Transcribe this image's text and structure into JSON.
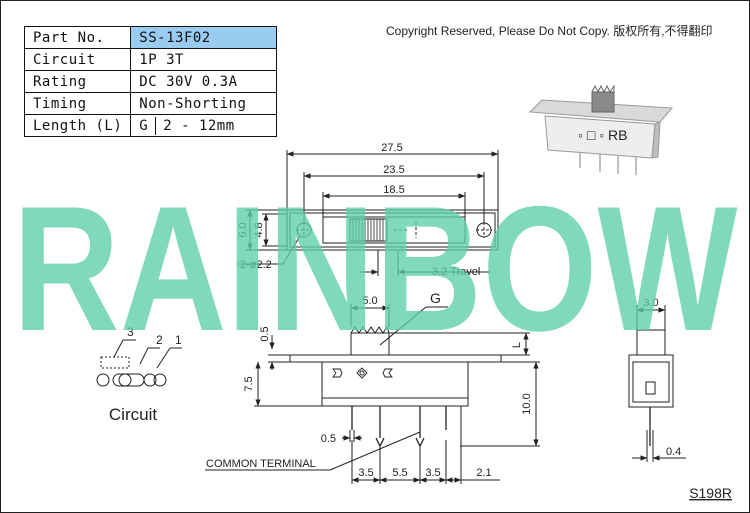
{
  "spec_table": {
    "rows": [
      {
        "label": "Part No.",
        "value": "SS-13F02"
      },
      {
        "label": "Circuit",
        "value": "1P 3T"
      },
      {
        "label": "Rating",
        "value": "DC 30V 0.3A"
      },
      {
        "label": "Timing",
        "value": "Non-Shorting"
      },
      {
        "label": "Length (L)",
        "value_prefix": "G",
        "value": "2 - 12mm"
      }
    ]
  },
  "copyright": "Copyright Reserved, Please Do Not Copy. 版权所有,不得翻印",
  "watermark": "RAINBOW",
  "drawing_code": "S198R",
  "top_view": {
    "dim_overall": "27.5",
    "dim_mount": "23.5",
    "dim_slot": "18.5",
    "dim_height_outer": "6.0",
    "dim_height_inner": "4.8",
    "hole_note": "2-ø2.2",
    "travel_note": "3.2 Travel"
  },
  "front_view": {
    "dim_actuator": "5.0",
    "actuator_label": "G",
    "dim_small_height": "0.5",
    "dim_body": "7.5",
    "dim_length_label": "L",
    "dim_total_height": "10.0",
    "dim_pin_width": "0.5",
    "terminal_note": "COMMON TERMINAL",
    "pitch_1": "3.5",
    "pitch_2": "5.5",
    "pitch_3": "3.5",
    "dim_end": "2.1"
  },
  "side_view": {
    "dim_top": "3.0",
    "dim_pin": "0.4"
  },
  "circuit": {
    "title": "Circuit",
    "pin_labels": [
      "3",
      "2",
      "1"
    ]
  },
  "colors": {
    "watermark": "#5dcfa9",
    "part_highlight": "#99ccf0",
    "line": "#222222"
  }
}
